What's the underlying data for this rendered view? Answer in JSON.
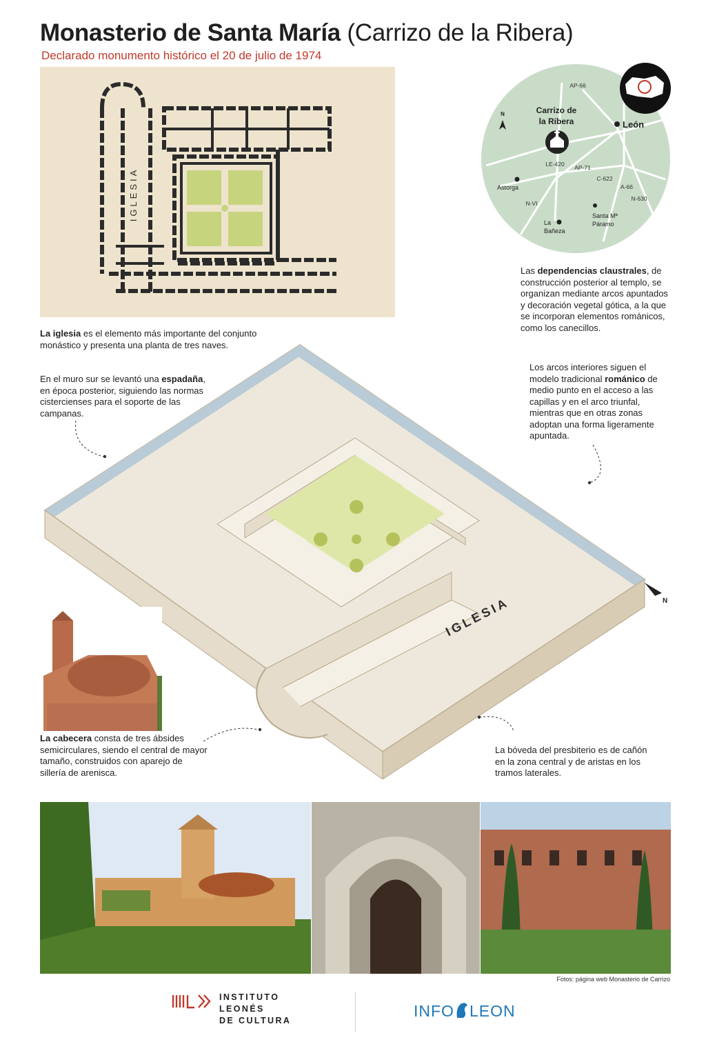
{
  "header": {
    "title_bold": "Monasterio de Santa María",
    "title_light": "(Carrizo de la Ribera)",
    "subtitle": "Declarado monumento histórico el 20 de julio de 1974"
  },
  "plan": {
    "church_label": "IGLESIA"
  },
  "location_map": {
    "north_label": "N",
    "place_main": [
      "Carrizo de",
      "la Ribera"
    ],
    "leon": "León",
    "astorga": "Astorga",
    "la_baneza": [
      "La",
      "Bañeza"
    ],
    "santa_maria": [
      "Santa Mª",
      "Páramo"
    ],
    "roads": [
      "AP-66",
      "LE-420",
      "AP-71",
      "C-622",
      "A-66",
      "N-630",
      "N-VI"
    ]
  },
  "notes": {
    "iglesia": {
      "bold": "La iglesia",
      "text": " es el elemento más importante del conjunto monástico y presenta una planta de tres naves."
    },
    "espadana": {
      "pre": "En el muro sur se levantó una ",
      "bold": "espadaña",
      "post": ", en época posterior, siguiendo las normas cistercienses para el soporte de las campanas."
    },
    "claustrales": {
      "pre": "Las ",
      "bold": "dependencias claustrales",
      "post": ", de construcción posterior al templo, se organizan mediante arcos apuntados y decoración vegetal gótica, a la que se incorporan elementos románicos, como los canecillos."
    },
    "arcos": {
      "pre": "Los arcos interiores siguen el modelo tradicional ",
      "bold": "románico",
      "post": " de medio punto en el acceso a las capillas y en el arco triunfal, mientras que en otras zonas adoptan una forma ligeramente apuntada."
    },
    "cabecera": {
      "bold": "La cabecera",
      "text": " consta de tres ábsides semicirculares, siendo el central de mayor tamaño, construidos con aparejo de sillería de arenisca."
    },
    "boveda": {
      "text": "La bóveda del presbiterio es de cañón en la zona central y de aristas en los tramos laterales."
    }
  },
  "isometric": {
    "church_label": "IGLESIA",
    "north_label": "N"
  },
  "credit": "Fotos: página web Monasterio de Carrizo",
  "footer": {
    "ilc_lines": [
      "INSTITUTO",
      "LEONÉS",
      "DE CULTURA"
    ],
    "infoleon_left": "INFO",
    "infoleon_right": "LEON"
  },
  "colors": {
    "accent_red": "#c0392b",
    "garden_green": "#c7d47e",
    "wall_beige": "#e6dccb",
    "wall_top": "#b8cbd6",
    "map_green": "#c9dcc8",
    "infoleon_blue": "#1f78b8"
  }
}
